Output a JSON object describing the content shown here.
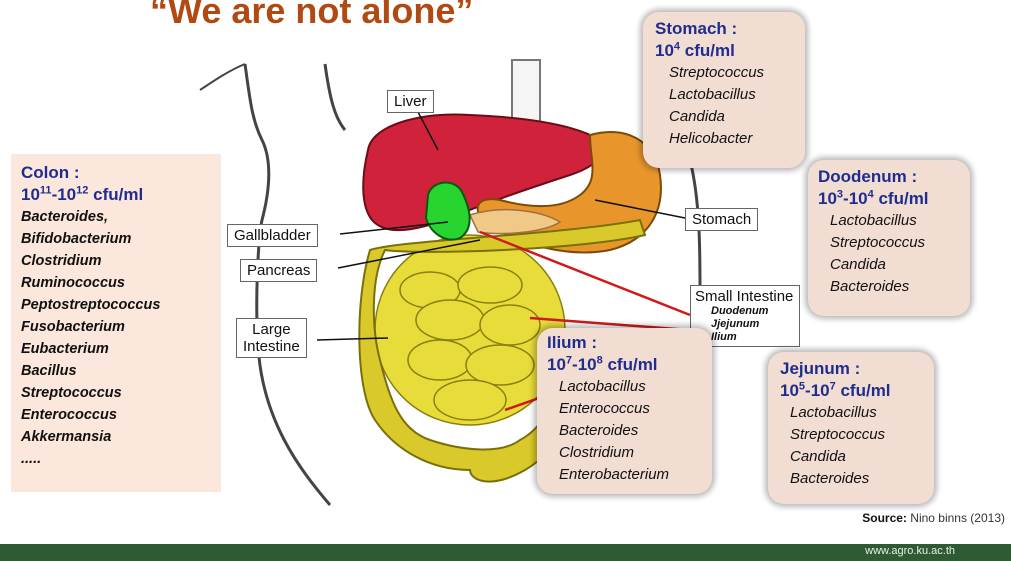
{
  "title": "“We are not alone”",
  "colon": {
    "heading": "Colon :",
    "count_base": "10",
    "count_exp1": "11",
    "count_mid": "-10",
    "count_exp2": "12",
    "count_unit": " cfu/ml",
    "bacteria": [
      "Bacteroides,",
      "Bifidobacterium",
      "Clostridium",
      "Ruminococcus",
      "Peptostreptococcus",
      "Fusobacterium",
      "Eubacterium",
      "Bacillus",
      "Streptococcus",
      "Enterococcus",
      "Akkermansia",
      "....."
    ]
  },
  "stomach": {
    "heading": "Stomach :",
    "count_base": "10",
    "count_exp": "4",
    "count_unit": " cfu/ml",
    "bacteria": [
      "Streptococcus",
      "Lactobacillus",
      "Candida",
      "Helicobacter"
    ]
  },
  "doodenum": {
    "heading": "Doodenum :",
    "count_base": "10",
    "count_exp1": "3",
    "count_mid": "-10",
    "count_exp2": "4",
    "count_unit": " cfu/ml",
    "bacteria": [
      "Lactobacillus",
      "Streptococcus",
      "Candida",
      "Bacteroides"
    ]
  },
  "ilium": {
    "heading": "Ilium :",
    "count_base": "10",
    "count_exp1": "7",
    "count_mid": "-10",
    "count_exp2": "8",
    "count_unit": " cfu/ml",
    "bacteria": [
      "Lactobacillus",
      "Enterococcus",
      "Bacteroides",
      "Clostridium",
      "Enterobacterium"
    ]
  },
  "jejunum": {
    "heading": "Jejunum :",
    "count_base": "10",
    "count_exp1": "5",
    "count_mid": "-10",
    "count_exp2": "7",
    "count_unit": " cfu/ml",
    "bacteria": [
      "Lactobacillus",
      "Streptococcus",
      "Candida",
      "Bacteroides"
    ]
  },
  "anatomy_labels": {
    "liver": "Liver",
    "gallbladder": "Gallbladder",
    "pancreas": "Pancreas",
    "large_intestine_1": "Large",
    "large_intestine_2": "Intestine",
    "stomach": "Stomach",
    "small_intestine": "Small Intestine",
    "duodenum": "Duodenum",
    "jejunum": "Jjejunum",
    "ileum": "Ilium"
  },
  "source_label": "Source:",
  "source_text": " Nino binns (2013)",
  "footer_url": "www.agro.ku.ac.th",
  "colors": {
    "title": "#b04a12",
    "heading_blue": "#1f2d8f",
    "panel_bg": "#fbe7dc",
    "footer_green": "#2f5b34",
    "liver_red": "#d0223a",
    "stomach_orange": "#e8962c",
    "intestine_yellow": "#e8dc3a",
    "gallbladder_green": "#27d430",
    "arrow_red": "#d01a1a"
  }
}
